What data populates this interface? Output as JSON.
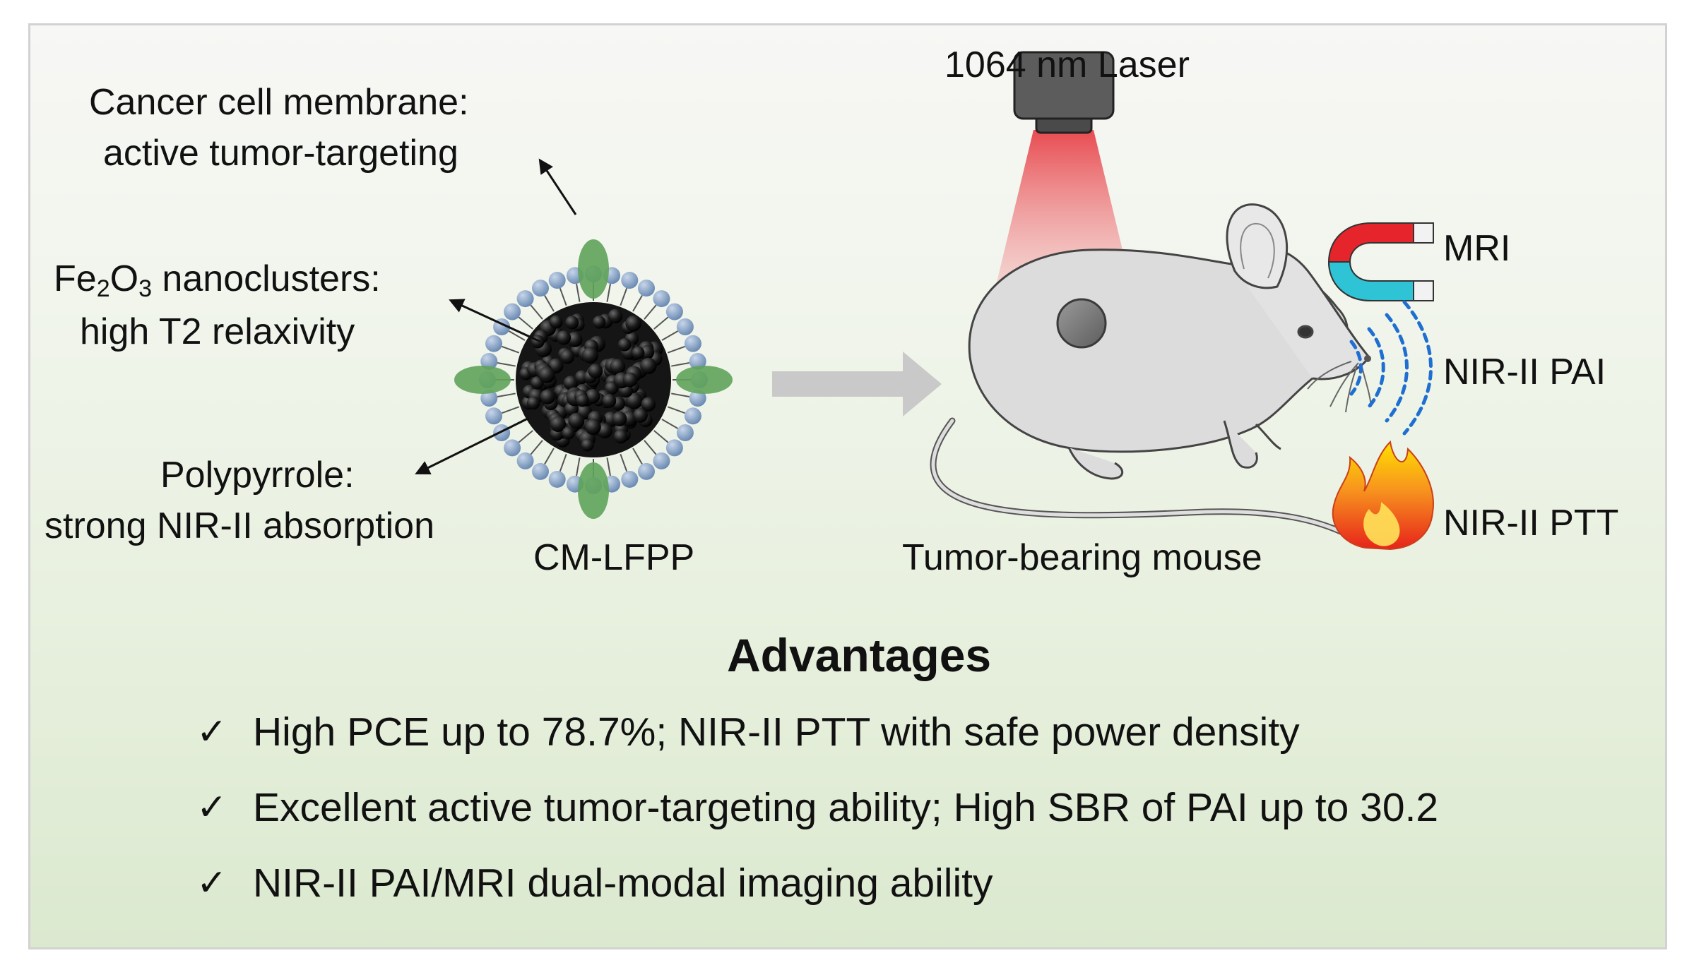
{
  "labels": {
    "laser": "1064 nm Laser",
    "membrane_line1": "Cancer cell membrane:",
    "membrane_line2": "active tumor-targeting",
    "fe_prefix": "Fe",
    "fe_sub1": "2",
    "fe_mid": "O",
    "fe_sub2": "3",
    "fe_suffix": " nanoclusters:",
    "fe_line2": "high T2  relaxivity",
    "ppy_line1": "Polypyrrole:",
    "ppy_line2": "strong NIR-II absorption",
    "particle": "CM-LFPP",
    "mouse": "Tumor-bearing mouse",
    "mri": "MRI",
    "pai": "NIR-II PAI",
    "ptt": "NIR-II PTT"
  },
  "advantages": {
    "title": "Advantages",
    "check_symbol": "✓",
    "items": [
      "High PCE up to 78.7%; NIR-II PTT with safe power density",
      "Excellent active tumor-targeting ability; High SBR of PAI up to 30.2",
      "NIR-II PAI/MRI dual-modal imaging ability"
    ]
  },
  "colors": {
    "core": "#1c1c1c",
    "lipid_head": "#7f9bbf",
    "protein": "#5fa35a",
    "laser_beam": "#ee3b3b",
    "magnet_red": "#e5242b",
    "magnet_cyan": "#2ec4d6",
    "wave_blue": "#1f6fd1",
    "flame_orange": "#f26522",
    "flame_yellow": "#ffd400",
    "mouse_body": "#dcdcdc",
    "arrow_gray": "#c8c8c8"
  }
}
